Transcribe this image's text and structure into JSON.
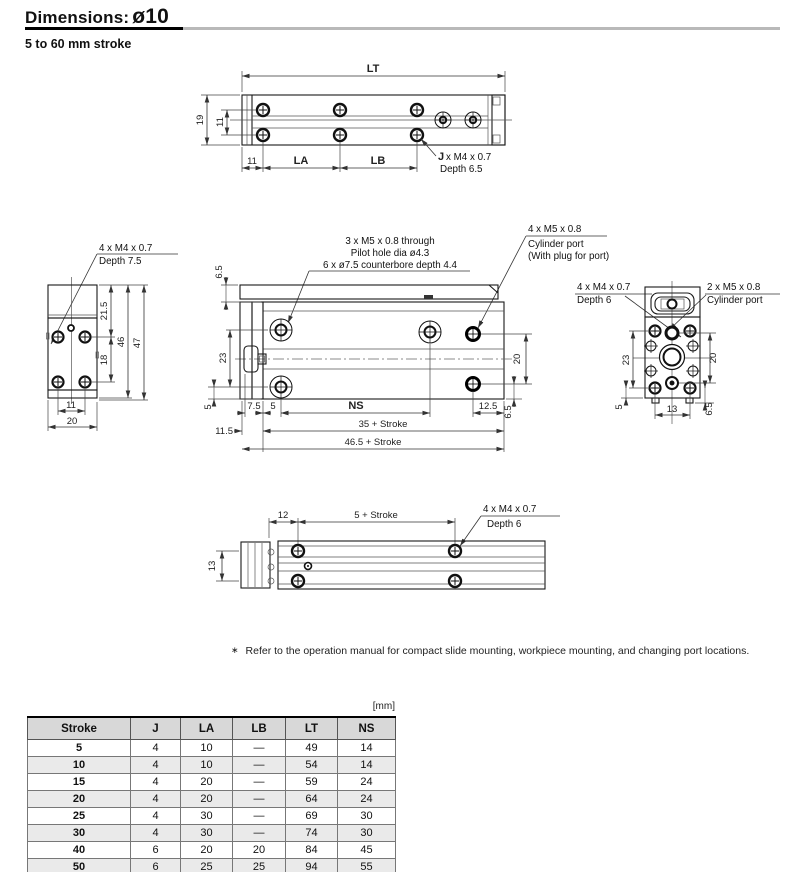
{
  "header": {
    "title": "Dimensions:",
    "bore": "ø10",
    "subtitle": "5 to 60 mm stroke"
  },
  "note": {
    "symbol": "∗",
    "text": "Refer to the operation manual for compact slide mounting, workpiece mounting, and changing port locations."
  },
  "views": {
    "top": {
      "lt": "LT",
      "d19": "19",
      "d11v": "11",
      "d11h": "11",
      "la": "LA",
      "lb": "LB",
      "j": "J",
      "j_rest": " x M4 x 0.7",
      "j_depth": "Depth 6.5"
    },
    "left": {
      "label": "4 x M4 x 0.7",
      "depth": "Depth 7.5",
      "d21_5": "21.5",
      "d18": "18",
      "d46": "46",
      "d47": "47",
      "d11": "11",
      "d20": "20"
    },
    "front": {
      "through1": "3 x M5 x 0.8 through",
      "through2": "Pilot hole dia ø4.3",
      "through3": "6 x ø7.5 counterbore depth 4.4",
      "port1": "4 x M5 x 0.8",
      "port2": "Cylinder port",
      "port3": "(With plug for port)",
      "d6_5_top": "6.5",
      "d23": "23",
      "d5_left": "5",
      "d20": "20",
      "d6_5_bot": "6.5",
      "d7_5": "7.5",
      "d5": "5",
      "ns": "NS",
      "d12_5": "12.5",
      "d11_5": "11.5",
      "d35": "35 + Stroke",
      "d46_5": "46.5 + Stroke"
    },
    "right": {
      "m4": "4 x M4 x 0.7",
      "m4_depth": "Depth 6",
      "m5": "2 x M5 x 0.8",
      "m5_port": "Cylinder port",
      "d23": "23",
      "d20": "20",
      "d5": "5",
      "d13": "13",
      "d6_5": "6.5"
    },
    "bottom": {
      "d12": "12",
      "d5s": "5 + Stroke",
      "label": "4 x M4 x 0.7",
      "depth": "Depth 6",
      "d13": "13"
    }
  },
  "table": {
    "units": "[mm]",
    "columns": [
      "Stroke",
      "J",
      "LA",
      "LB",
      "LT",
      "NS"
    ],
    "rows": [
      [
        "5",
        "4",
        "10",
        "—",
        "49",
        "14"
      ],
      [
        "10",
        "4",
        "10",
        "—",
        "54",
        "14"
      ],
      [
        "15",
        "4",
        "20",
        "—",
        "59",
        "24"
      ],
      [
        "20",
        "4",
        "20",
        "—",
        "64",
        "24"
      ],
      [
        "25",
        "4",
        "30",
        "—",
        "69",
        "30"
      ],
      [
        "30",
        "4",
        "30",
        "—",
        "74",
        "30"
      ],
      [
        "40",
        "6",
        "20",
        "20",
        "84",
        "45"
      ],
      [
        "50",
        "6",
        "25",
        "25",
        "94",
        "55"
      ]
    ]
  },
  "colors": {
    "body_fill": "#eae9e5",
    "cap_fill": "#dddcd8",
    "line": "#1a1a1a",
    "rule_black": "#000000",
    "rule_gray": "#b9b9b9",
    "table_header_bg": "#d8d8d8",
    "table_alt_bg": "#eaeaea"
  }
}
